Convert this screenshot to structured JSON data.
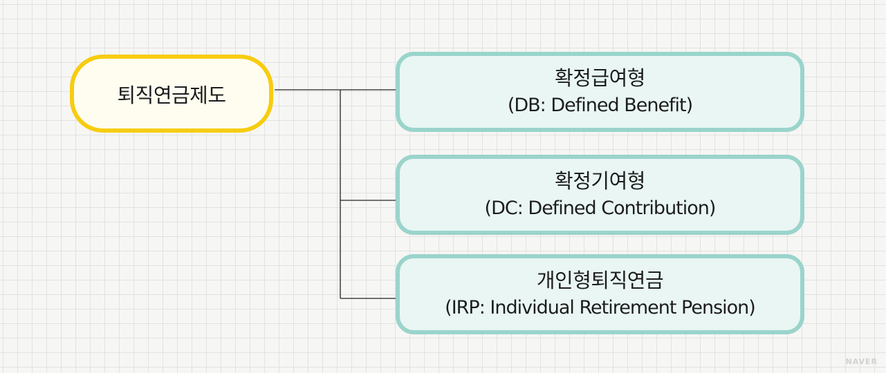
{
  "diagram": {
    "root": {
      "label": "퇴직연금제도"
    },
    "children": [
      {
        "title": "확정급여형",
        "subtitle": "(DB: Defined Benefit)"
      },
      {
        "title": "확정기여형",
        "subtitle": "(DC: Defined Contribution)"
      },
      {
        "title": "개인형퇴직연금",
        "subtitle": "(IRP: Individual Retirement Pension)"
      }
    ]
  },
  "watermark": "NAVER",
  "colors": {
    "root_border": "#f7cc10",
    "root_fill": "#fefdf0",
    "child_border": "#9ad4cb",
    "child_fill": "#e9f6f3",
    "connector": "#222222"
  }
}
